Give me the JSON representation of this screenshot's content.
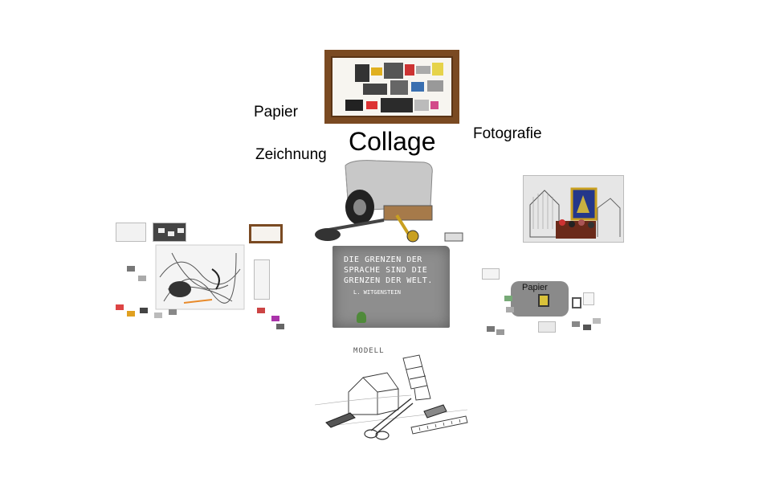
{
  "labels": {
    "papier": "Papier",
    "zeichnung": "Zeichnung",
    "collage": "Collage",
    "fotografie": "Fotografie",
    "papier_small": "Papier"
  },
  "sign": {
    "line1": "DIE GRENZEN DER",
    "line2": "SPRACHE SIND DIE",
    "line3": "GRENZEN DER WELT.",
    "author": "L. WITGENSTEIN"
  },
  "sketch": {
    "title": "MODELL"
  },
  "colors": {
    "frame_wood": "#7a4a22",
    "canvas_bg": "#ffffff",
    "wall_gray": "#8e8e8e",
    "tarp_gray": "#c8c8c8"
  }
}
